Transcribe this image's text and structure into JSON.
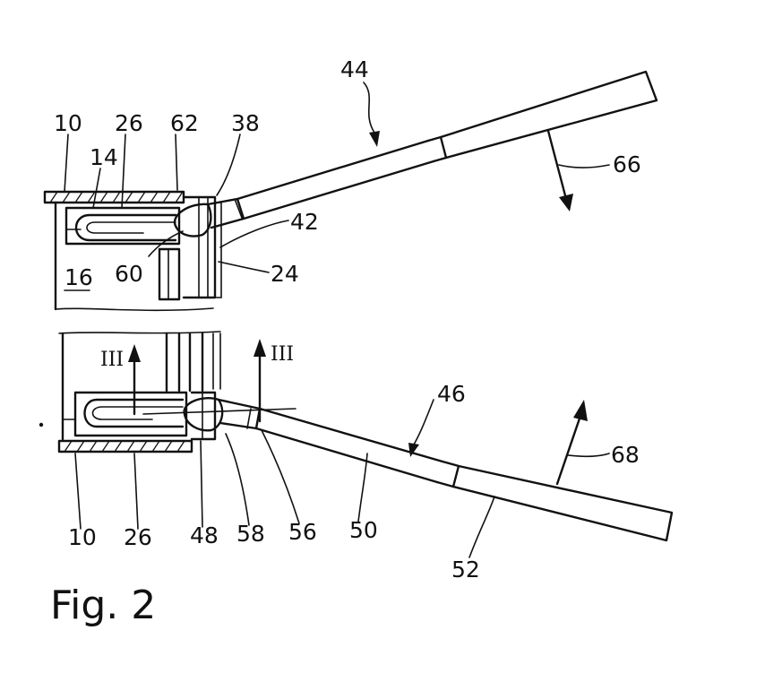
{
  "figure": {
    "caption": "Fig. 2",
    "colors": {
      "ink": "#111111",
      "paper": "#ffffff"
    },
    "labels": {
      "l10_top": "10",
      "l14": "14",
      "l26_top": "26",
      "l62": "62",
      "l38": "38",
      "l44": "44",
      "l66": "66",
      "l42": "42",
      "l60": "60",
      "l16": "16",
      "l24": "24",
      "l3_left": "III",
      "l3_right": "III",
      "l46": "46",
      "l68": "68",
      "l10_bottom": "10",
      "l26_bottom": "26",
      "l48": "48",
      "l58": "58",
      "l56": "56",
      "l50": "50",
      "l52": "52"
    }
  }
}
